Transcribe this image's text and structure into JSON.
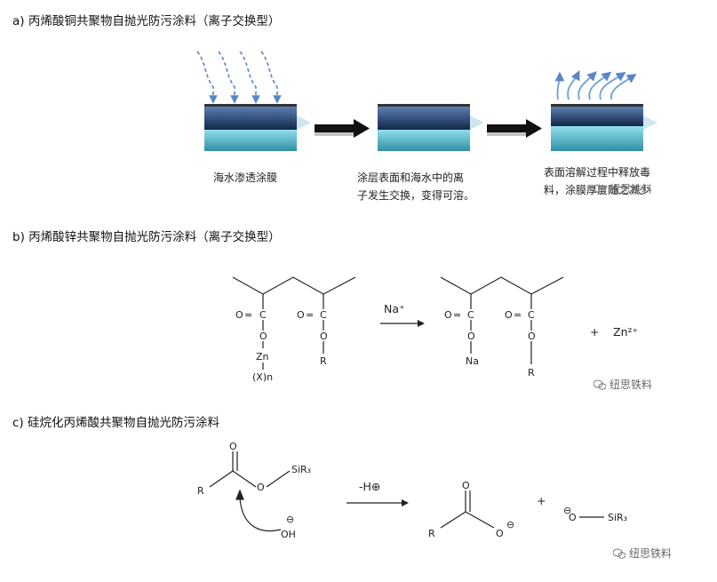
{
  "sections": {
    "a": {
      "title": "a) 丙烯酸铜共聚物自抛光防污涂料（离子交换型）",
      "captions": [
        "海水渗透涂膜",
        "涂层表面和海水中的离",
        "子发生交换，变得可溶。",
        "表面溶解过程中释放毒",
        "料，涂膜厚度随之减少"
      ]
    },
    "b": {
      "title": "b) 丙烯酸锌共聚物自抛光防污涂料（离子交换型）",
      "labels": {
        "o1": "O",
        "c1": "C",
        "o1b": "O",
        "zn": "Zn",
        "xn": "(X)n",
        "o2": "O",
        "c2": "C",
        "o2b": "O",
        "r": "R",
        "na_reagent": "Na⁺",
        "o3": "O",
        "c3": "C",
        "o3b": "O",
        "na": "Na",
        "o4": "O",
        "c4": "C",
        "o4b": "O",
        "r2": "R",
        "plus": "+",
        "zn2": "Zn²⁺"
      }
    },
    "c": {
      "title": "c) 硅烷化丙烯酸共聚物自抛光防污涂料",
      "labels": {
        "r_left": "R",
        "o_top": "O",
        "o_ester": "O",
        "sir3": "SiR₃",
        "oh": "OH",
        "oh_charge": "⊖",
        "reagent": "-H⊕",
        "r_prod": "R",
        "o_prod_top": "O",
        "o_prod_minus": "O",
        "o_prod_charge": "⊖",
        "plus": "+",
        "silanolate": "SiR₃",
        "silanolate_o": "O",
        "silanolate_charge": "⊖"
      }
    }
  },
  "watermark": "纽思铁料",
  "colors": {
    "layer_top": "#1f3f66",
    "layer_bottom": "#4fb3c4",
    "arrow_dash": "#5a86c8"
  }
}
